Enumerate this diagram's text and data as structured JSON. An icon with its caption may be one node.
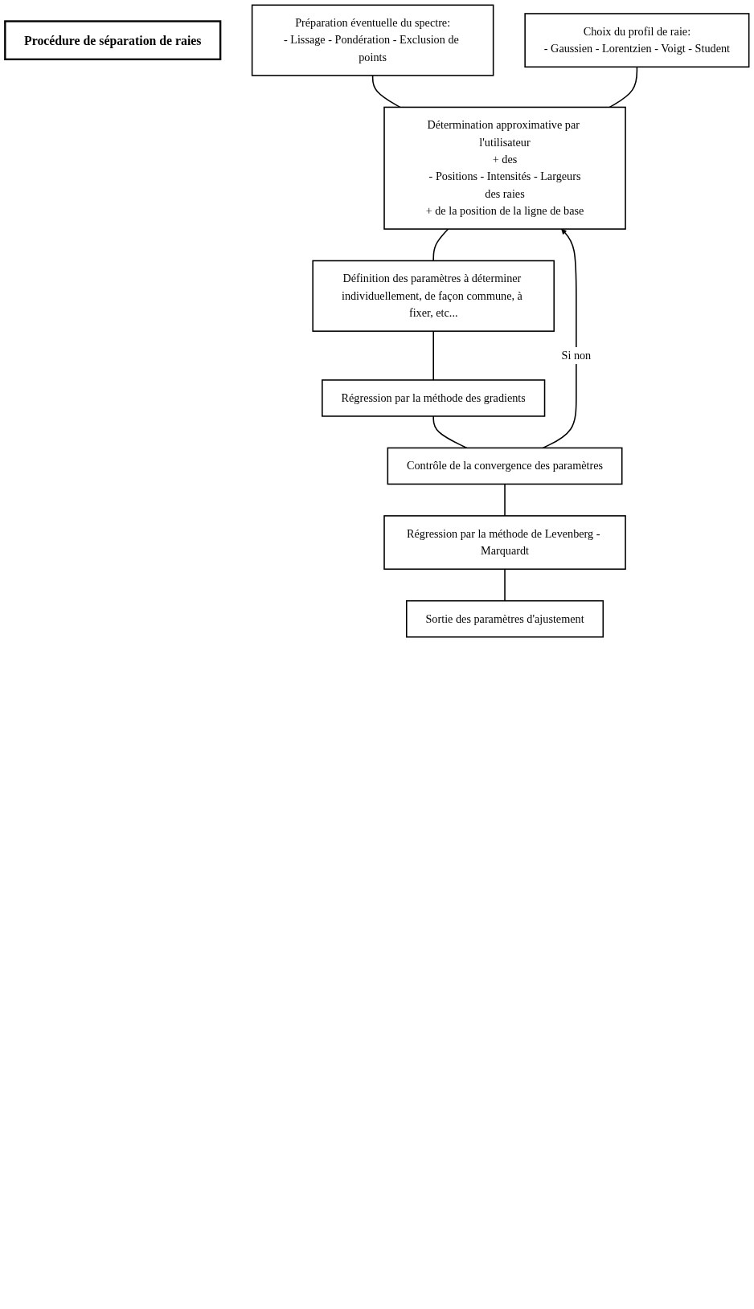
{
  "diagram": {
    "nodes": [
      {
        "text": [
          "Procédure de séparation de raies"
        ]
      },
      {
        "text": [
          "Préparation éventuelle du spectre:",
          "- Lissage - Pondération - Exclusion de points"
        ]
      },
      {
        "text": [
          "Choix du profil de raie:",
          "- Gaussien - Lorentzien - Voigt - Student"
        ]
      },
      {
        "text": [
          "Détermination approximative par l'utilisateur",
          "+ des",
          "- Positions - Intensités - Largeurs",
          "des raies",
          "+ de la position de la ligne de base"
        ]
      },
      {
        "text": [
          "Définition des paramètres à déterminer individuellement, de façon commune, à fixer, etc..."
        ]
      },
      {
        "text": [
          "Régression par la méthode des gradients"
        ]
      },
      {
        "text": [
          "Contrôle de la convergence des paramètres"
        ]
      },
      {
        "text": [
          "Régression par la méthode de Levenberg - Marquardt"
        ]
      },
      {
        "text": [
          "Sortie des paramètres d'ajustement"
        ]
      }
    ],
    "edges": [
      {
        "from": 1,
        "to": 3,
        "arrow": "none"
      },
      {
        "from": 2,
        "to": 3,
        "arrow": "none"
      },
      {
        "from": 3,
        "to": 4,
        "arrow": "none"
      },
      {
        "from": 4,
        "to": 5,
        "arrow": "none"
      },
      {
        "from": 5,
        "to": 6,
        "arrow": "none"
      },
      {
        "from": 6,
        "to": 3,
        "arrow": "to",
        "label": "Si non"
      },
      {
        "from": 6,
        "to": 7,
        "arrow": "none"
      },
      {
        "from": 7,
        "to": 8,
        "arrow": "none"
      }
    ]
  }
}
